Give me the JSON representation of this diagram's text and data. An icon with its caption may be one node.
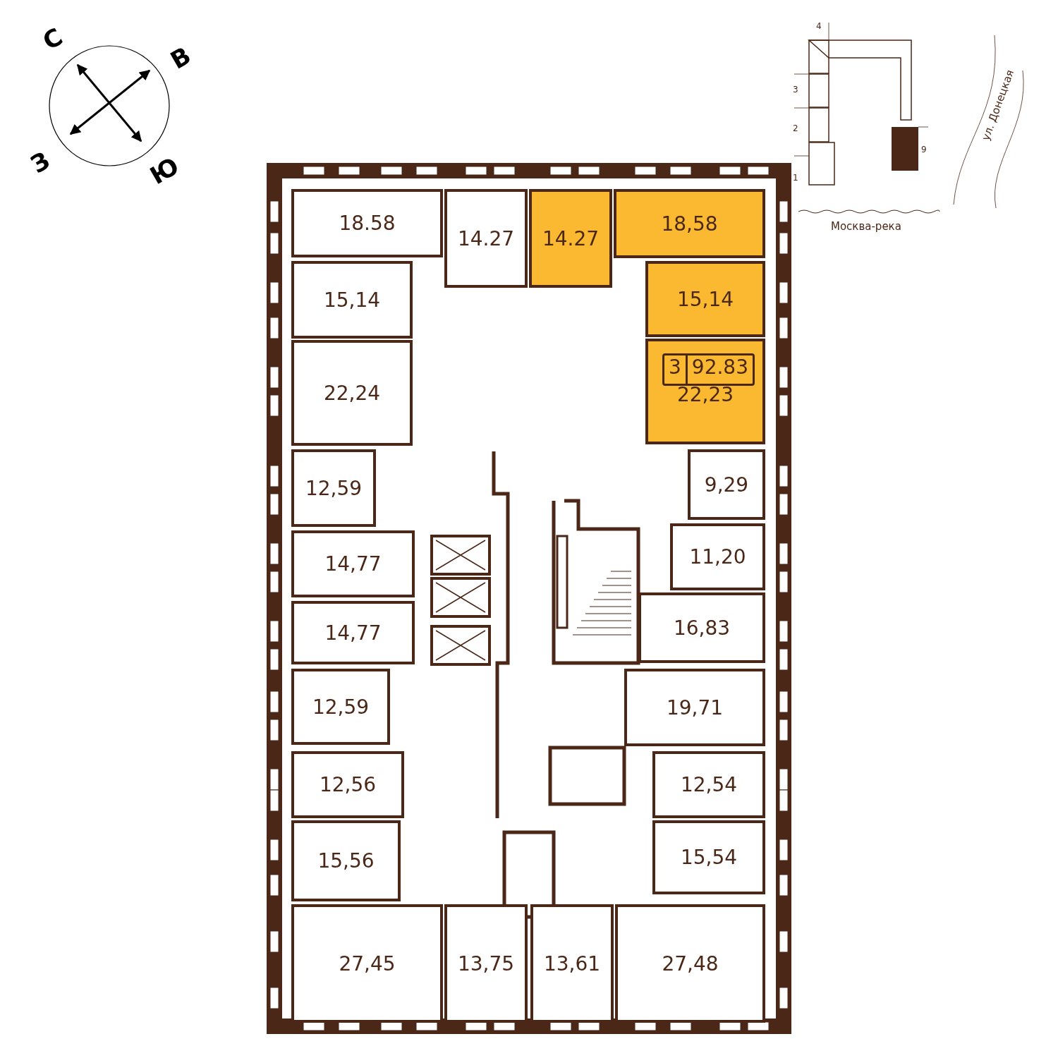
{
  "diagram": {
    "nodes": [
      {
        "text": [
          "18.58"
        ]
      },
      {
        "text": [
          "14.27"
        ]
      },
      {
        "text": [
          "14.27"
        ]
      },
      {
        "text": [
          "18,58"
        ]
      },
      {
        "text": [
          "15,14"
        ]
      },
      {
        "text": [
          "15,14"
        ]
      },
      {
        "text": [
          "22,24"
        ]
      },
      {
        "text": [
          "22,23"
        ]
      },
      {
        "text": [
          "3",
          "92.83"
        ],
        "in": 7
      },
      {
        "text": [
          "12,59"
        ]
      },
      {
        "text": [
          "9,29"
        ]
      },
      {
        "text": [
          "14,77"
        ]
      },
      {
        "text": [
          "11,20"
        ]
      },
      {
        "text": [
          "14,77"
        ]
      },
      {
        "text": [
          "16,83"
        ]
      },
      {
        "text": [
          "12,59"
        ]
      },
      {
        "text": [
          "19,71"
        ]
      },
      {
        "text": [
          "12,56"
        ]
      },
      {
        "text": [
          "12,54"
        ]
      },
      {
        "text": [
          "15,56"
        ]
      },
      {
        "text": [
          "15,54"
        ]
      },
      {
        "text": [
          "27,45"
        ]
      },
      {
        "text": [
          "13,75"
        ]
      },
      {
        "text": [
          "13,61"
        ]
      },
      {
        "text": [
          "27,48"
        ]
      }
    ],
    "labels": [
      "С",
      "В",
      "З",
      "Ю",
      "4",
      "3",
      "2",
      "9",
      "1",
      "ул. Донецкая",
      "Москва-река"
    ]
  }
}
